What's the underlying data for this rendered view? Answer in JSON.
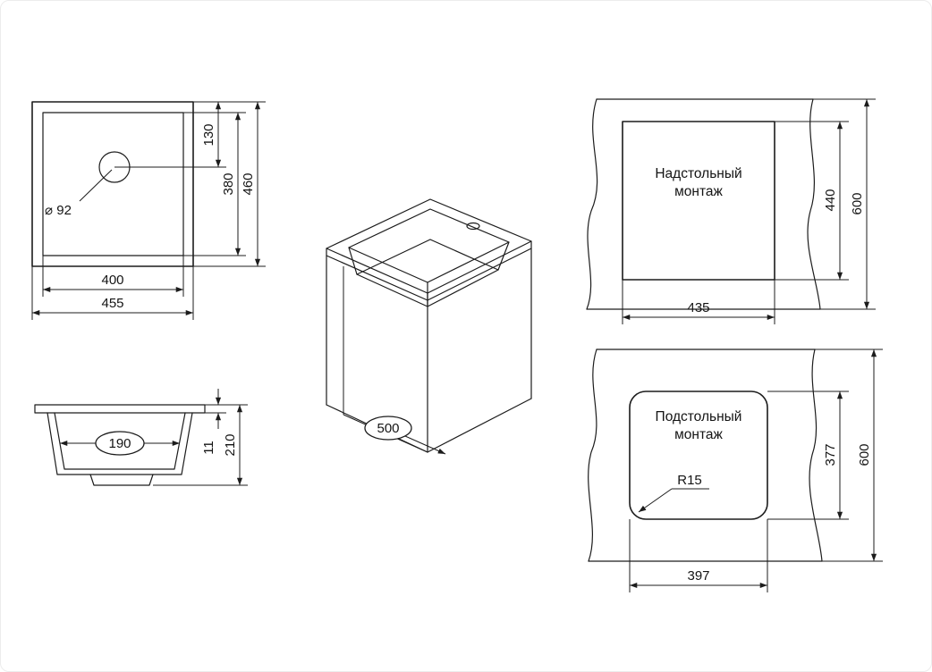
{
  "drawing": {
    "colors": {
      "line": "#1c1c1c",
      "background": "#ffffff"
    },
    "views": {
      "top": {
        "hole_diameter": "⌀ 92",
        "dim_hole_offset": "130",
        "dim_inner_depth": "380",
        "dim_outer_depth": "460",
        "dim_inner_width": "400",
        "dim_outer_width": "455"
      },
      "section": {
        "dim_bowl_width": "190",
        "dim_rim_height": "11",
        "dim_total_height": "210"
      },
      "iso": {
        "dim_depth": "500"
      },
      "mount_top": {
        "label_line1": "Надстольный",
        "label_line2": "монтаж",
        "dim_cutout_height": "440",
        "dim_panel_height": "600",
        "dim_cutout_width": "435"
      },
      "mount_under": {
        "label_line1": "Подстольный",
        "label_line2": "монтаж",
        "corner_radius": "R15",
        "dim_cutout_height": "377",
        "dim_panel_height": "600",
        "dim_cutout_width": "397"
      }
    }
  }
}
